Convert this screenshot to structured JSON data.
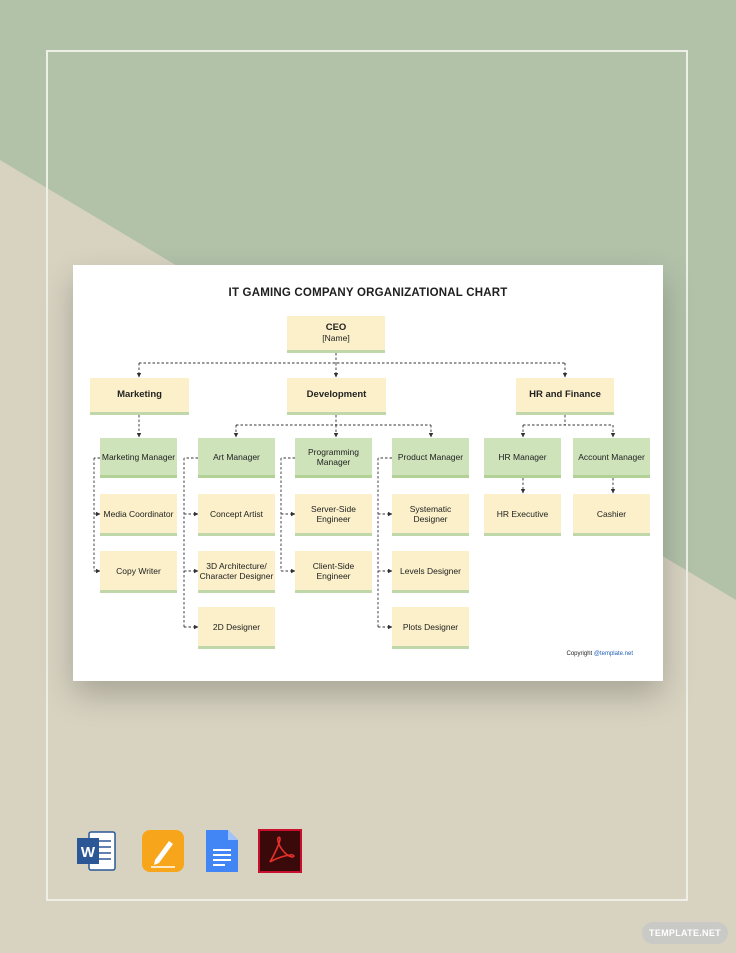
{
  "title": "IT GAMING COMPANY ORGANIZATIONAL CHART",
  "ceo": {
    "title": "CEO",
    "name": "[Name]"
  },
  "departments": {
    "marketing": "Marketing",
    "development": "Development",
    "hr_finance": "HR and Finance"
  },
  "managers": {
    "marketing": "Marketing Manager",
    "art": "Art Manager",
    "programming": "Programming Manager",
    "product": "Product Manager",
    "hr": "HR Manager",
    "account": "Account Manager"
  },
  "staff": {
    "media_coordinator": "Media Coordinator",
    "copy_writer": "Copy Writer",
    "concept_artist": "Concept Artist",
    "architecture_designer": "3D Architecture/ Character Designer",
    "designer_2d": "2D Designer",
    "server_engineer": "Server-Side Engineer",
    "client_engineer": "Client-Side Engineer",
    "systematic_designer": "Systematic Designer",
    "levels_designer": "Levels Designer",
    "plots_designer": "Plots Designer",
    "hr_executive": "HR Executive",
    "cashier": "Cashier"
  },
  "copyright": {
    "label": "Copyright",
    "link": "@template.net"
  },
  "badge": "TEMPLATE.NET",
  "icons": [
    "word-icon",
    "pages-icon",
    "google-docs-icon",
    "pdf-icon"
  ],
  "colors": {
    "background_green": "#b2c2a9",
    "background_beige": "#d8d3c1",
    "node_cream": "#fbf0c9",
    "node_green": "#cfe3bb",
    "node_underline": "#bfd7a9"
  }
}
